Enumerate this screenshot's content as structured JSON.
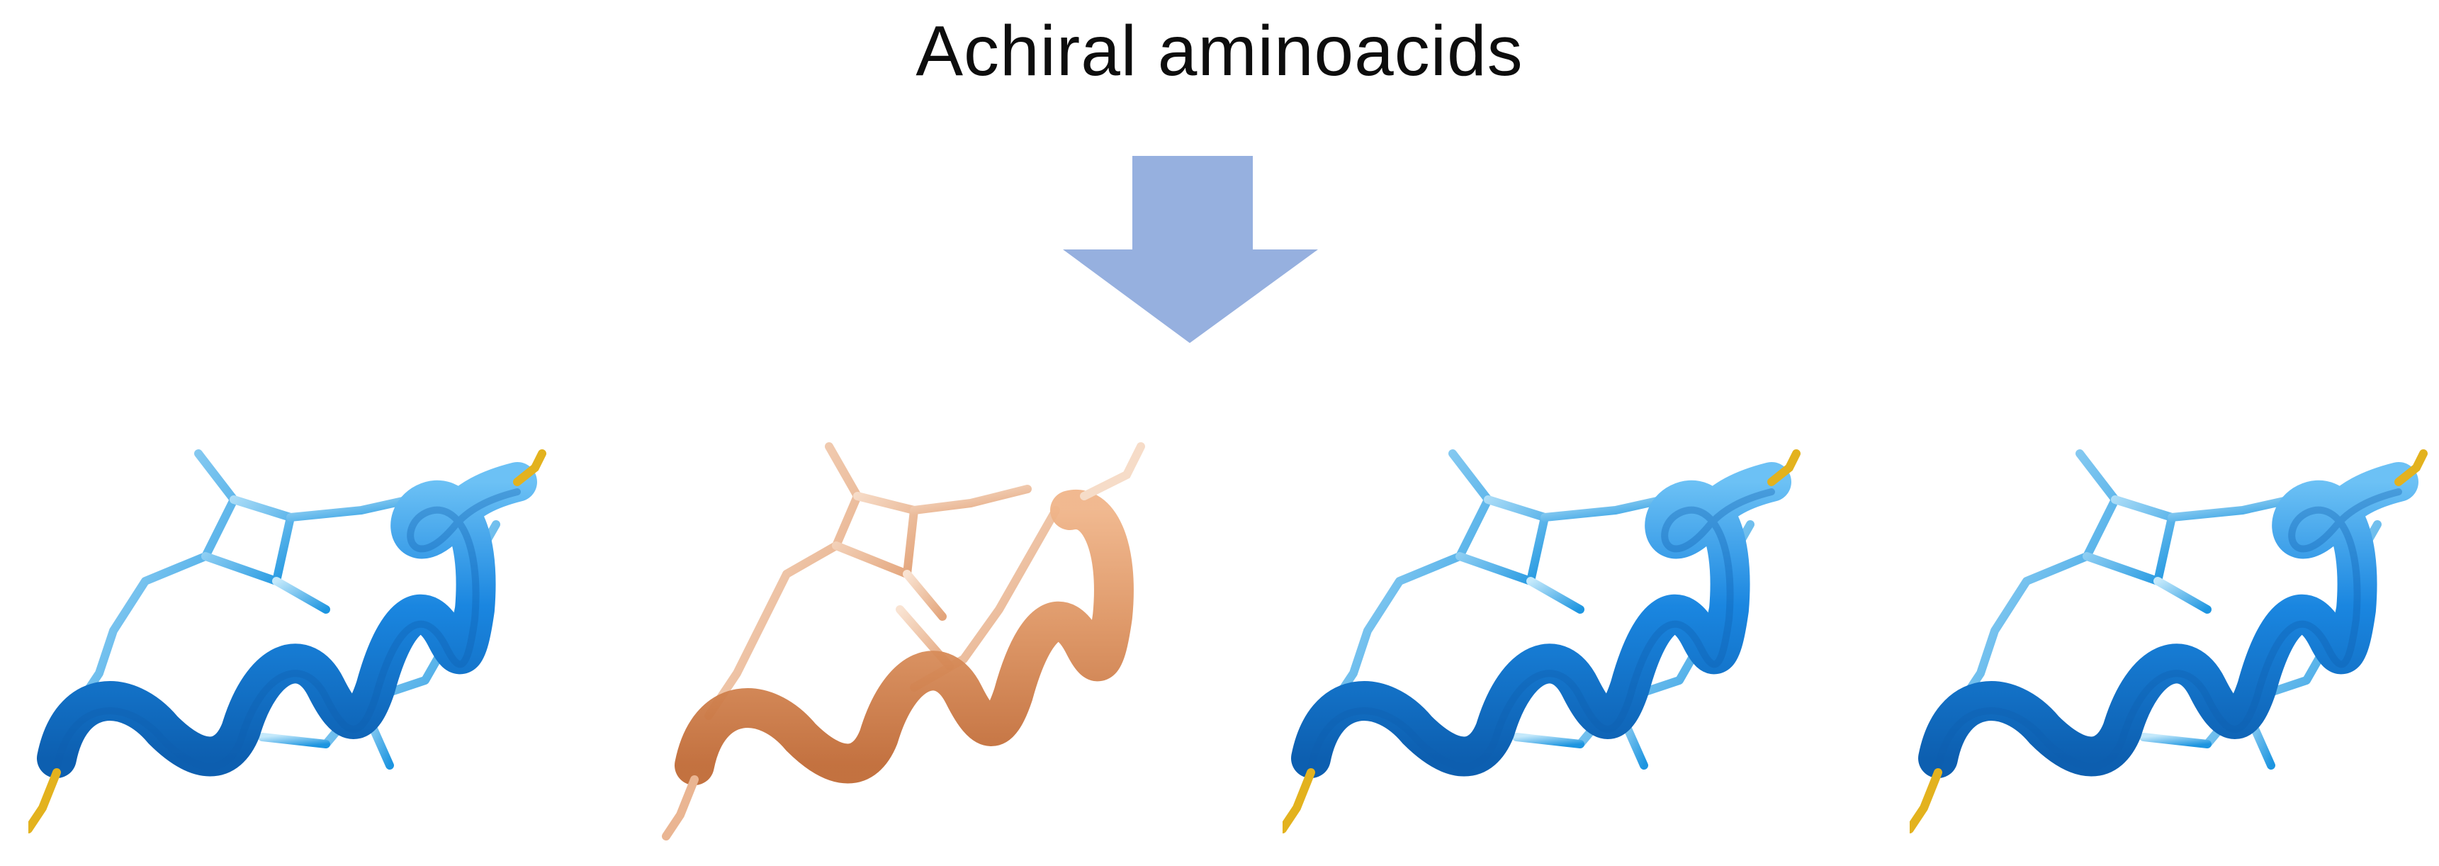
{
  "title": "Achiral aminoacids",
  "colors": {
    "arrow": "#96b0df",
    "blue_ribbon": "#1a86e0",
    "blue_ribbon_dark": "#0d5fb0",
    "blue_ribbon_light": "#6cc1f5",
    "blue_stick": "#2ba3e6",
    "blue_stick_light": "#b5e3f8",
    "orange_ribbon": "#dd9462",
    "orange_ribbon_dark": "#c06a36",
    "orange_stick": "#eab592",
    "orange_stick_light": "#f6dcc8",
    "terminal": "#e3b21e"
  },
  "molecules": [
    {
      "id": "molecule-1",
      "variant": "blue"
    },
    {
      "id": "molecule-2",
      "variant": "orange"
    },
    {
      "id": "molecule-3",
      "variant": "blue"
    },
    {
      "id": "molecule-4",
      "variant": "blue"
    }
  ]
}
